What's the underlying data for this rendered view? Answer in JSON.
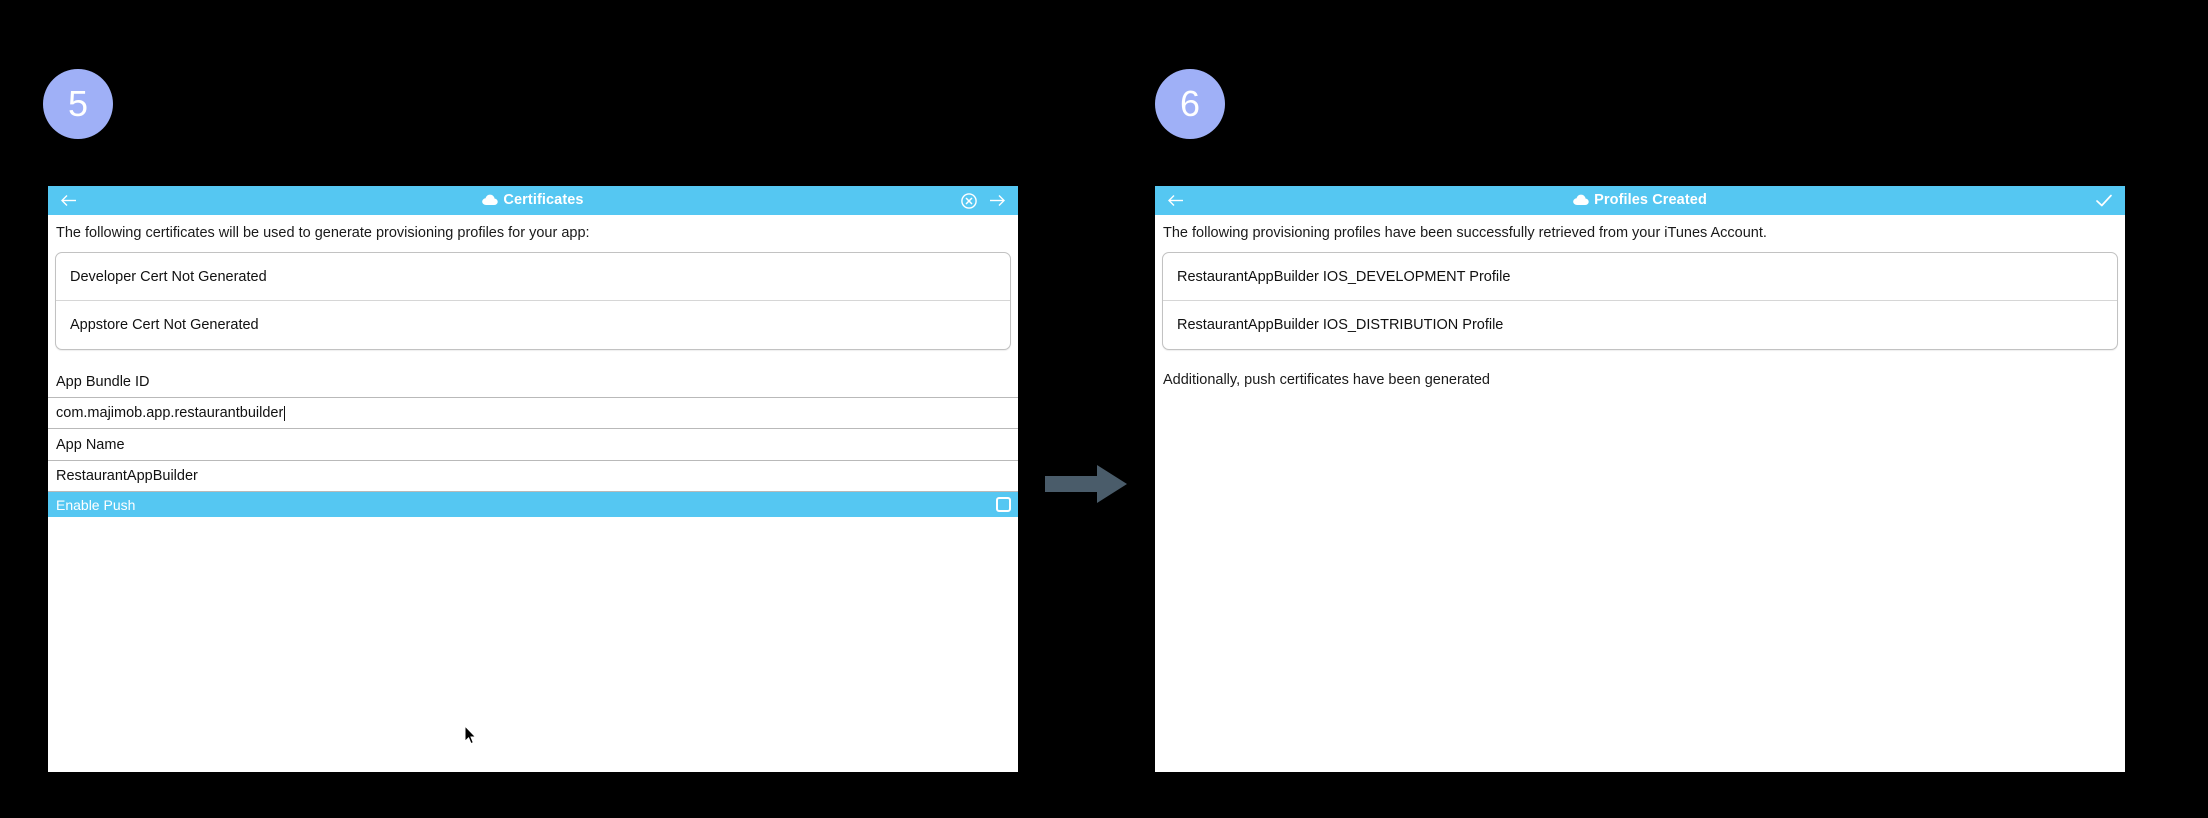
{
  "canvas": {
    "background": "#000000",
    "accent_blue": "#55c7f2",
    "badge_color": "#9fb0f7",
    "arrow_color": "#4a5c6a"
  },
  "steps": [
    {
      "number": "5"
    },
    {
      "number": "6"
    }
  ],
  "flow_arrow": {
    "icon": "arrow-right-icon"
  },
  "panels": [
    {
      "id": "certificates",
      "titlebar": {
        "back_icon": "arrow-left-icon",
        "cloud_icon": "cloud-icon",
        "title": "Certificates",
        "cancel_icon": "circle-x-icon",
        "next_icon": "arrow-right-icon"
      },
      "intro": "The following certificates will be used to generate provisioning profiles for your app:",
      "cert_rows": [
        "Developer Cert Not Generated",
        "Appstore Cert Not Generated"
      ],
      "fields": [
        {
          "label": "App Bundle ID",
          "value": "com.majimob.app.restaurantbuilder",
          "focused": true
        },
        {
          "label": "App Name",
          "value": "RestaurantAppBuilder",
          "focused": false
        }
      ],
      "toggle": {
        "label": "Enable Push",
        "checked": false,
        "checkbox_icon": "checkbox-unchecked-icon"
      },
      "cursor": "pointer-cursor"
    },
    {
      "id": "profiles-created",
      "titlebar": {
        "back_icon": "arrow-left-icon",
        "cloud_icon": "cloud-icon",
        "title": "Profiles Created",
        "confirm_icon": "check-icon"
      },
      "intro": "The following provisioning profiles have been successfully retrieved from your iTunes Account.",
      "profile_rows": [
        "RestaurantAppBuilder IOS_DEVELOPMENT Profile",
        "RestaurantAppBuilder IOS_DISTRIBUTION Profile"
      ],
      "note": "Additionally, push certificates have been generated",
      "cursor": "pointer-cursor"
    }
  ]
}
